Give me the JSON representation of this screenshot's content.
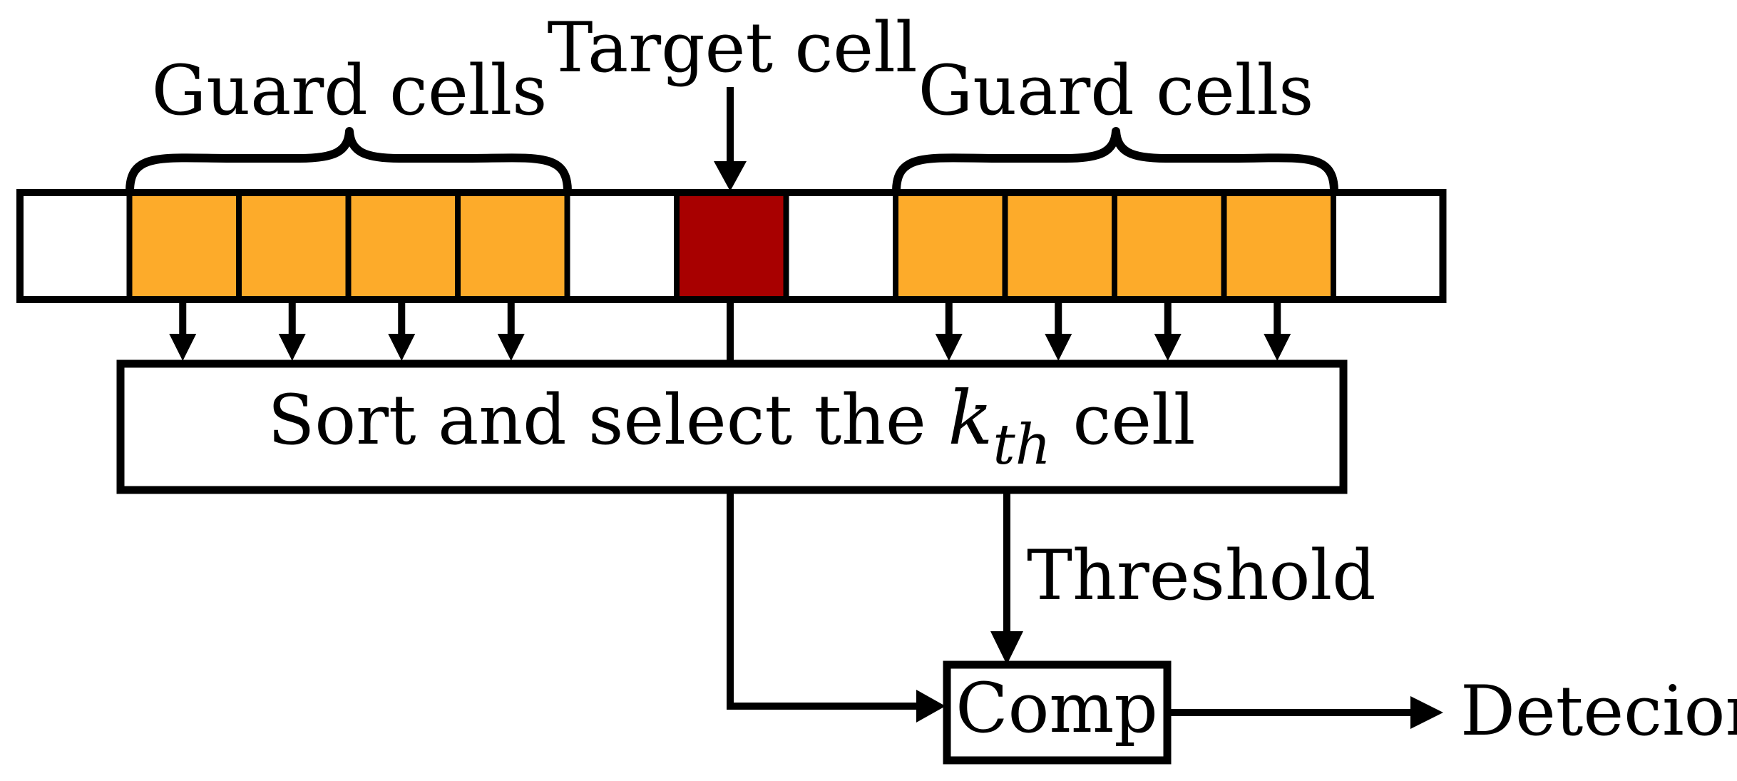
{
  "labels": {
    "guard_left": "Guard cells",
    "guard_right": "Guard cells",
    "target": "Target cell",
    "sort_prefix": "Sort and select the ",
    "sort_k": "k",
    "sort_sub": "th",
    "sort_suffix": " cell",
    "threshold": "Threshold",
    "comp": "Comp",
    "detection": "Detecion"
  },
  "cells": [
    {
      "type": "empty"
    },
    {
      "type": "guard"
    },
    {
      "type": "guard"
    },
    {
      "type": "guard"
    },
    {
      "type": "guard"
    },
    {
      "type": "empty"
    },
    {
      "type": "target"
    },
    {
      "type": "empty"
    },
    {
      "type": "guard"
    },
    {
      "type": "guard"
    },
    {
      "type": "guard"
    },
    {
      "type": "guard"
    },
    {
      "type": "empty"
    }
  ],
  "colors": {
    "empty": "#ffffff",
    "guard": "#fdab2a",
    "target": "#a80000"
  }
}
